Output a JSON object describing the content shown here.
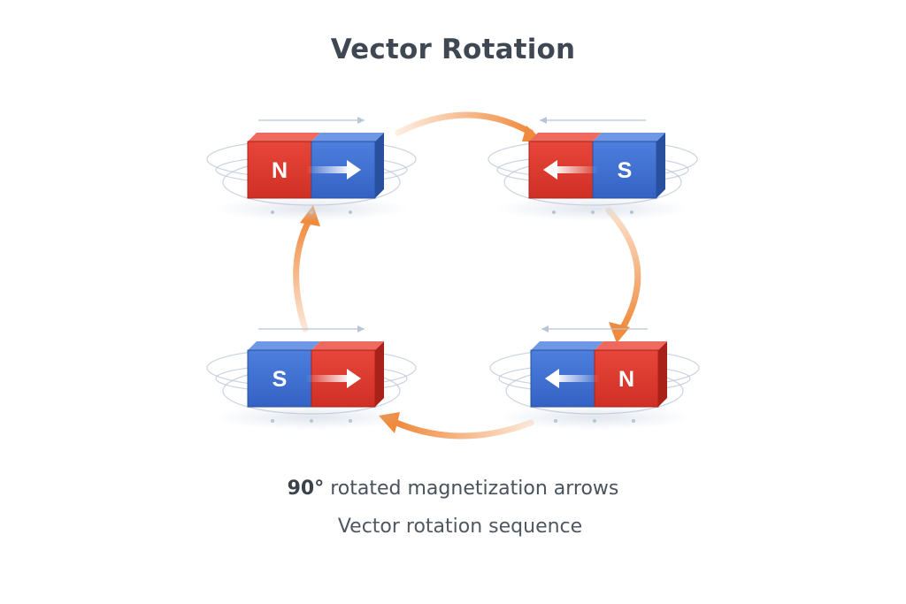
{
  "title": "Vector Rotation",
  "caption": {
    "angle": "90°",
    "text": "rotated magnetization arrows"
  },
  "subcaption": "Vector rotation sequence",
  "colors": {
    "north": "#de3a2e",
    "south": "#3f6fd0",
    "rotation_arrow": "#f08a3c",
    "field_lines": "#b9c4d4"
  },
  "magnets": [
    {
      "id": "top-left",
      "left_pole": "N",
      "right_pole": "",
      "arrow": "right-arrow-icon",
      "left_color": "north",
      "right_color": "south"
    },
    {
      "id": "top-right",
      "left_pole": "",
      "right_pole": "S",
      "arrow": "left-arrow-icon",
      "left_color": "north",
      "right_color": "south"
    },
    {
      "id": "bottom-right",
      "left_pole": "",
      "right_pole": "N",
      "arrow": "left-arrow-icon",
      "left_color": "south",
      "right_color": "north"
    },
    {
      "id": "bottom-left",
      "left_pole": "S",
      "right_pole": "",
      "arrow": "right-arrow-icon",
      "left_color": "south",
      "right_color": "north"
    }
  ]
}
